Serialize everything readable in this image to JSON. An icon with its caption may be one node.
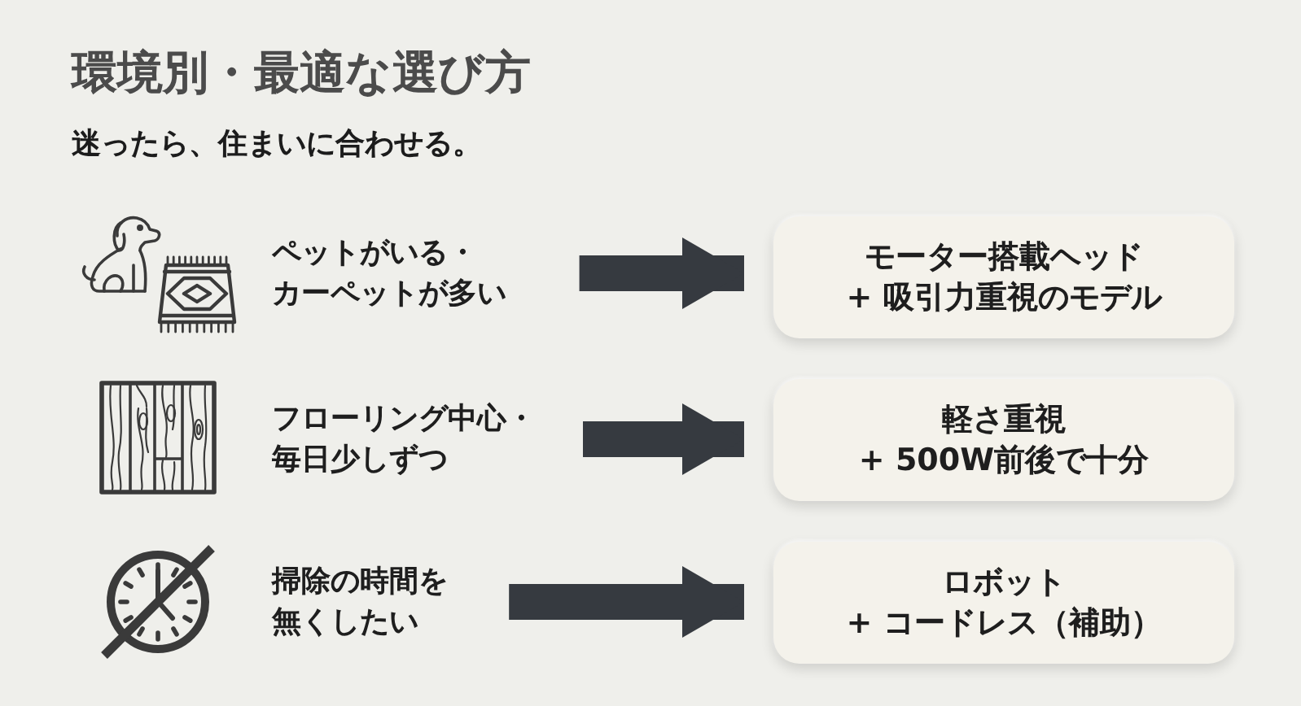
{
  "diagram": {
    "title": "環境別・最適な選び方",
    "nodes": [
      {
        "text": [
          "ペットがいる・カーペットが多い"
        ]
      },
      {
        "text": [
          "モーター搭載ヘッド",
          "+ 吸引力重視のモデル"
        ]
      },
      {
        "text": [
          "フローリング中心・毎日少しずつ"
        ]
      },
      {
        "text": [
          "軽さ重視",
          "+ 500W前後で十分"
        ]
      },
      {
        "text": [
          "掃除の時間を無くしたい"
        ]
      },
      {
        "text": [
          "ロボット",
          "+ コードレス（補助）"
        ]
      }
    ],
    "edges": [
      {
        "from": 0,
        "to": 1,
        "arrow": "to"
      },
      {
        "from": 2,
        "to": 3,
        "arrow": "to"
      },
      {
        "from": 4,
        "to": 5,
        "arrow": "to"
      }
    ],
    "labels": [
      "迷ったら、住まいに合わせる。"
    ]
  }
}
